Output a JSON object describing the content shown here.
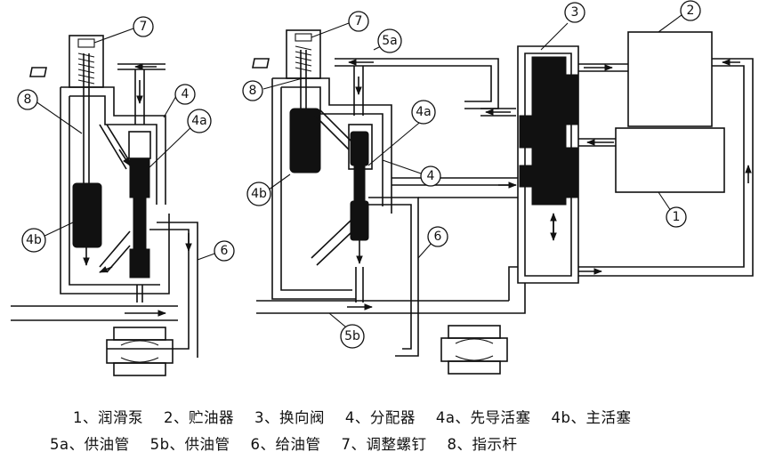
{
  "callouts": {
    "c1": "1",
    "c2": "2",
    "c3": "3",
    "c4": "4",
    "c4a": "4a",
    "c4b": "4b",
    "c5a": "5a",
    "c5b": "5b",
    "c6": "6",
    "c7": "7",
    "c8": "8"
  },
  "legend": {
    "line1": "1、润滑泵    2、贮油器    3、换向阀    4、分配器    4a、先导活塞    4b、主活塞",
    "line2": "5a、供油管    5b、供油管    6、给油管    7、调整螺钉    8、指示杆"
  }
}
